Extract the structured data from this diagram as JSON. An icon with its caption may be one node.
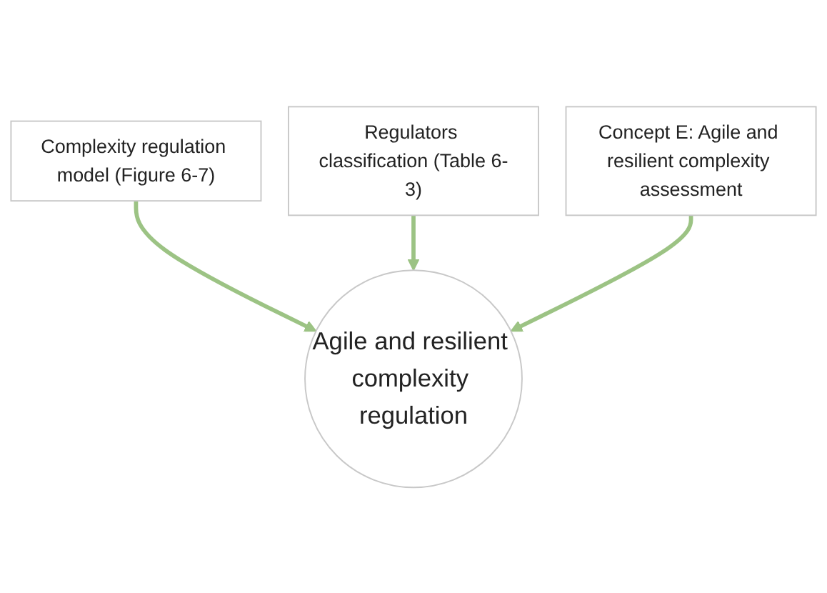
{
  "diagram": {
    "nodes": [
      {
        "text": [
          "Complexity regulation model (Figure 6-7)"
        ]
      },
      {
        "text": [
          "Regulators classification (Table 6-3)"
        ]
      },
      {
        "text": [
          "Concept E: Agile and resilient complexity assessment"
        ]
      },
      {
        "text": [
          "Agile and resilient complexity regulation"
        ]
      }
    ],
    "edges": [
      {
        "from": 0,
        "to": 3,
        "arrow": "to",
        "color": "#9cc384"
      },
      {
        "from": 1,
        "to": 3,
        "arrow": "to",
        "color": "#9cc384"
      },
      {
        "from": 2,
        "to": 3,
        "arrow": "to",
        "color": "#9cc384"
      }
    ]
  }
}
